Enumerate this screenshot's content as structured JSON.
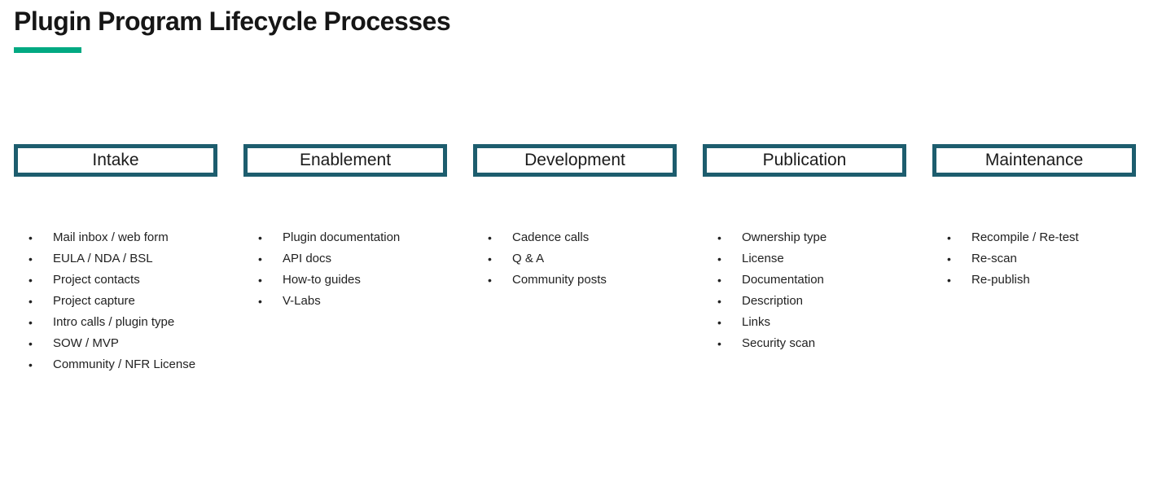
{
  "title": "Plugin Program Lifecycle Processes",
  "accent": {
    "underline_color": "#01a982",
    "stage_box_border_color": "#1d5d6e",
    "text_color": "#222222"
  },
  "bullet_glyph": "•",
  "columns": [
    {
      "header": "Intake",
      "items": [
        "Mail inbox / web form",
        "EULA / NDA / BSL",
        "Project contacts",
        "Project capture",
        "Intro calls / plugin type",
        "SOW / MVP",
        "Community / NFR License"
      ]
    },
    {
      "header": "Enablement",
      "items": [
        "Plugin documentation",
        "API docs",
        "How-to guides",
        "V-Labs"
      ]
    },
    {
      "header": "Development",
      "items": [
        "Cadence calls",
        "Q & A",
        "Community posts"
      ]
    },
    {
      "header": "Publication",
      "items": [
        "Ownership type",
        "License",
        "Documentation",
        "Description",
        "Links",
        "Security scan"
      ]
    },
    {
      "header": "Maintenance",
      "items": [
        "Recompile / Re-test",
        "Re-scan",
        "Re-publish"
      ]
    }
  ]
}
